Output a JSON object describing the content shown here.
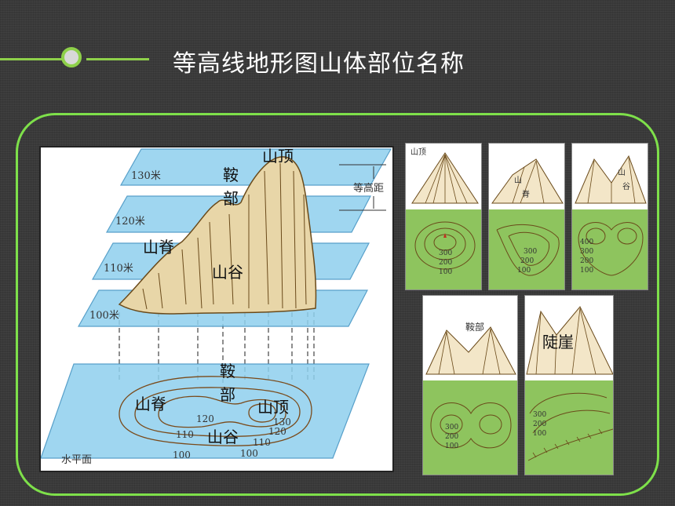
{
  "header": {
    "title": "等高线地形图山体部位名称"
  },
  "main": {
    "planes": [
      "130米",
      "120米",
      "110米",
      "100米"
    ],
    "contour_interval": "等高距",
    "labels": {
      "summit": "山顶",
      "saddle_1": "鞍",
      "saddle_2": "部",
      "ridge": "山脊",
      "valley": "山谷"
    },
    "plan": {
      "ridge": "山脊",
      "saddle_1": "鞍",
      "saddle_2": "部",
      "summit": "山顶",
      "valley": "山谷",
      "water_plane": "水平面",
      "c120": "120",
      "c110": "110",
      "c100": "100",
      "c130": "130",
      "c120b": "120",
      "c110b": "110",
      "c100b": "100"
    }
  },
  "thumbs": {
    "summit": {
      "label": "山顶",
      "values": [
        "300",
        "200",
        "100"
      ]
    },
    "ridge": {
      "label_1": "山",
      "label_2": "脊",
      "values": [
        "300",
        "200",
        "100"
      ]
    },
    "valley": {
      "label_1": "山",
      "label_2": "谷",
      "values": [
        "400",
        "300",
        "200",
        "100"
      ]
    },
    "saddle": {
      "label": "鞍部",
      "values": [
        "300",
        "200",
        "100"
      ]
    },
    "cliff": {
      "label": "陡崖",
      "values": [
        "300",
        "200",
        "100"
      ]
    }
  },
  "colors": {
    "accent": "#8ed04a",
    "frame": "#7ee04a",
    "plane": "#7ec8ea",
    "land": "#8ec45e",
    "contour": "#7a4a1a"
  }
}
